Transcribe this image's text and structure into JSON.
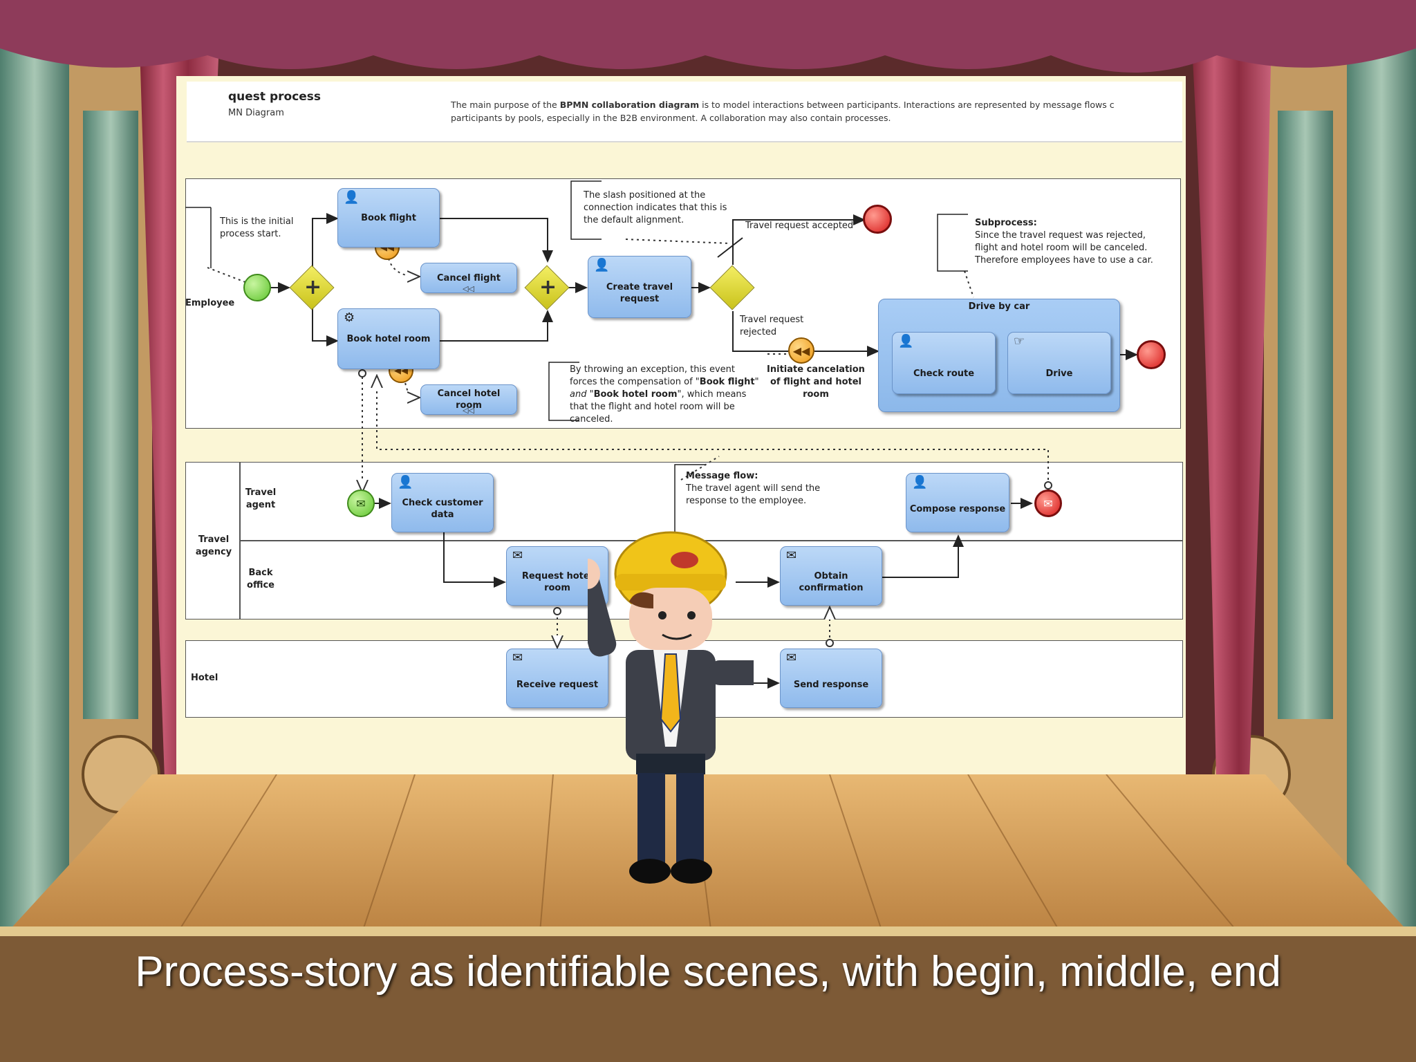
{
  "slide": {
    "title": "quest process",
    "subtitle": "MN Diagram",
    "description_line1_pre": "The main purpose of the ",
    "description_bold": "BPMN collaboration diagram",
    "description_line1_post": " is to model interactions between participants. Interactions are represented by message flows c",
    "description_line2": "participants by pools, especially in the B2B environment. A collaboration may also contain processes."
  },
  "employee_pool": {
    "label": "Employee",
    "note_start": "This is the initial process start.",
    "note_slash": "The slash positioned at the connection indicates that this is the default alignment.",
    "note_accepted": "Travel request accepted",
    "note_rejected": "Travel request rejected",
    "note_subprocess_title": "Subprocess:",
    "note_subprocess_body": "Since the travel request was rejected, flight and hotel room will be canceled. Therefore employees have to use a car.",
    "note_exception_pre": "By throwing an exception, this event forces the compensation of \"",
    "note_exception_b1": "Book flight",
    "note_exception_mid": "\" and \"",
    "note_exception_b2": "Book hotel room",
    "note_exception_post": "\", which means that the flight and hotel room will be canceled.",
    "tasks": {
      "book_flight": "Book flight",
      "cancel_flight": "Cancel flight",
      "book_hotel": "Book hotel room",
      "cancel_hotel": "Cancel hotel room",
      "create_request": "Create travel request",
      "initiate_cancel": "Initiate cancelation of flight and hotel room",
      "drive_by_car": "Drive by car",
      "check_route": "Check route",
      "drive": "Drive"
    }
  },
  "agency_pool": {
    "label": "Travel agency",
    "lane_agent": "Travel agent",
    "lane_back": "Back office",
    "note_flow_title": "Message flow:",
    "note_flow_body": "The travel agent will send the response to the employee.",
    "tasks": {
      "check_customer": "Check customer data",
      "compose_response": "Compose response",
      "request_hotel": "Request hotel room",
      "obtain_confirmation": "Obtain confirmation"
    }
  },
  "hotel_pool": {
    "label": "Hotel",
    "tasks": {
      "receive_request": "Receive request",
      "send_response": "Send response"
    }
  },
  "caption": "Process-story as identifiable scenes, with begin, middle, end",
  "colors": {
    "task_blue": "#9cc4ef",
    "gateway_yellow": "#e6df3c",
    "start_green": "#7ed957",
    "end_red": "#e8272b",
    "compensation_orange": "#f3a11a",
    "curtain": "#a93e55",
    "stage_floor": "#d9a35a"
  }
}
